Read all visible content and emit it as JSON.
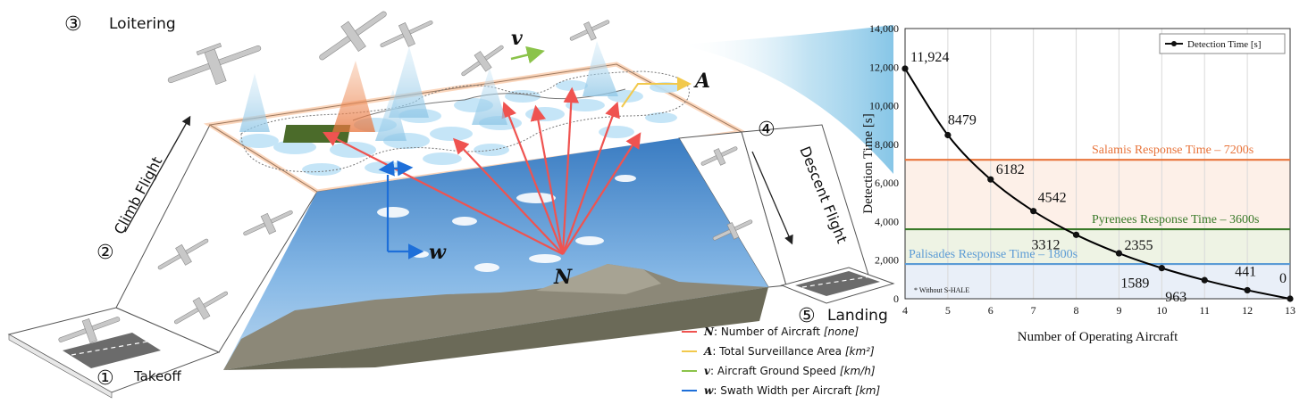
{
  "phases": {
    "takeoff": {
      "num": "①",
      "label": "Takeoff"
    },
    "climb": {
      "num": "②",
      "label": "Climb Flight"
    },
    "loitering": {
      "num": "③",
      "label": "Loitering"
    },
    "descent": {
      "num": "④",
      "label": "Descent Flight"
    },
    "landing": {
      "num": "⑤",
      "label": "Landing"
    }
  },
  "symbols": {
    "v": "v",
    "A": "A",
    "N": "N",
    "w": "w"
  },
  "legend": {
    "items": [
      {
        "symbol": "N",
        "text": ": Number of Aircraft ",
        "unit": "[none]",
        "color": "#ef5350"
      },
      {
        "symbol": "A",
        "text": ": Total Surveillance Area ",
        "unit": "[km²]",
        "color": "#f2c94c"
      },
      {
        "symbol": "v",
        "text": ": Aircraft Ground Speed ",
        "unit": "[km/h]",
        "color": "#8bc34a"
      },
      {
        "symbol": "w",
        "text": ":  Swath Width per Aircraft ",
        "unit": "[km]",
        "color": "#1e6fd9"
      }
    ]
  },
  "chart_data": {
    "type": "line",
    "xlabel": "Number of Operating Aircraft",
    "ylabel": "Detection Time [s]",
    "xlim": [
      4,
      13
    ],
    "ylim": [
      0,
      14000
    ],
    "x_ticks": [
      "4",
      "5",
      "6",
      "7",
      "8",
      "9",
      "10",
      "11",
      "12",
      "13"
    ],
    "y_ticks": [
      "0",
      "2,000",
      "4,000",
      "6,000",
      "8,000",
      "10,000",
      "12,000",
      "14,000"
    ],
    "grid": "vertical",
    "legend_position": "top-right",
    "series": [
      {
        "name": "Detection Time [s]",
        "color": "#000000",
        "x": [
          4,
          5,
          6,
          7,
          8,
          9,
          10,
          11,
          12,
          13
        ],
        "y": [
          11924,
          8479,
          6182,
          4542,
          3312,
          2355,
          1589,
          963,
          441,
          0
        ],
        "labels": [
          "11,924",
          "8479",
          "6182",
          "4542",
          "3312",
          "2355",
          "1589",
          "963",
          "441",
          "0"
        ]
      }
    ],
    "thresholds": [
      {
        "label": "Salamis Response Time – 7200s",
        "value": 7200,
        "color": "#e8743b",
        "fill": "#fdf0e8"
      },
      {
        "label": "Pyrenees Response Time – 3600s",
        "value": 3600,
        "color": "#3a7a2a",
        "fill": "#eef3e4"
      },
      {
        "label": "Palisades Response Time – 1800s",
        "value": 1800,
        "color": "#5b9bd5",
        "fill": "#e9eff8"
      }
    ],
    "footnote": "* Without S-HALE"
  },
  "colors": {
    "sky_top": "#3d7fc4",
    "sky_bottom": "#9cc6ea",
    "mountain": "#8c8878",
    "zone": "#bfe3f7"
  }
}
